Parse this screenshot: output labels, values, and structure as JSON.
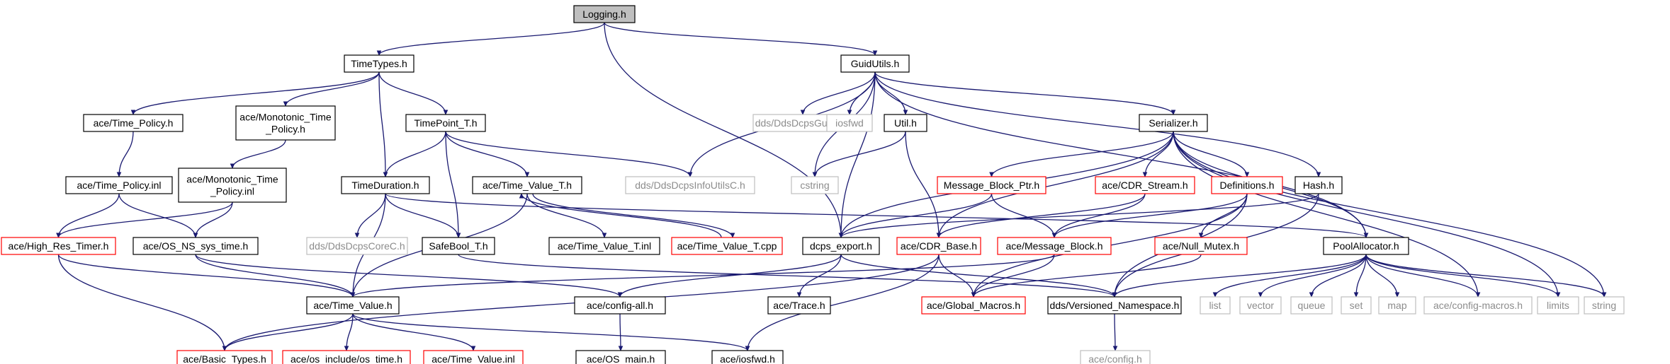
{
  "diagram": {
    "nodes": [
      {
        "id": "logging",
        "lines": [
          "Logging.h"
        ],
        "style": "root"
      },
      {
        "id": "timetypes",
        "lines": [
          "TimeTypes.h"
        ],
        "style": "normal"
      },
      {
        "id": "guidutils",
        "lines": [
          "GuidUtils.h"
        ],
        "style": "normal"
      },
      {
        "id": "time_policy",
        "lines": [
          "ace/Time_Policy.h"
        ],
        "style": "normal"
      },
      {
        "id": "monotonic_h",
        "lines": [
          "ace/Monotonic_Time",
          "_Policy.h"
        ],
        "style": "normal"
      },
      {
        "id": "timepoint",
        "lines": [
          "TimePoint_T.h"
        ],
        "style": "normal"
      },
      {
        "id": "guidc",
        "lines": [
          "dds/DdsDcpsGuidC.h"
        ],
        "style": "gray"
      },
      {
        "id": "iosfwd",
        "lines": [
          "iosfwd"
        ],
        "style": "gray"
      },
      {
        "id": "util",
        "lines": [
          "Util.h"
        ],
        "style": "normal"
      },
      {
        "id": "serializer",
        "lines": [
          "Serializer.h"
        ],
        "style": "normal"
      },
      {
        "id": "time_policy_inl",
        "lines": [
          "ace/Time_Policy.inl"
        ],
        "style": "normal"
      },
      {
        "id": "monotonic_inl",
        "lines": [
          "ace/Monotonic_Time",
          "_Policy.inl"
        ],
        "style": "normal"
      },
      {
        "id": "time_value_t_h",
        "lines": [
          "ace/Time_Value_T.h"
        ],
        "style": "normal"
      },
      {
        "id": "infoutilsc",
        "lines": [
          "dds/DdsDcpsInfoUtilsC.h"
        ],
        "style": "gray"
      },
      {
        "id": "cstring",
        "lines": [
          "cstring"
        ],
        "style": "gray"
      },
      {
        "id": "msg_block_ptr",
        "lines": [
          "Message_Block_Ptr.h"
        ],
        "style": "red"
      },
      {
        "id": "cdr_stream",
        "lines": [
          "ace/CDR_Stream.h"
        ],
        "style": "red"
      },
      {
        "id": "definitions",
        "lines": [
          "Definitions.h"
        ],
        "style": "red"
      },
      {
        "id": "hash",
        "lines": [
          "Hash.h"
        ],
        "style": "normal"
      },
      {
        "id": "timeduration",
        "lines": [
          "TimeDuration.h"
        ],
        "style": "normal"
      },
      {
        "id": "high_res_timer",
        "lines": [
          "ace/High_Res_Timer.h"
        ],
        "style": "red"
      },
      {
        "id": "os_ns_sys_time",
        "lines": [
          "ace/OS_NS_sys_time.h"
        ],
        "style": "normal"
      },
      {
        "id": "corec",
        "lines": [
          "dds/DdsDcpsCoreC.h"
        ],
        "style": "gray"
      },
      {
        "id": "safebool",
        "lines": [
          "SafeBool_T.h"
        ],
        "style": "normal"
      },
      {
        "id": "time_value_t_inl",
        "lines": [
          "ace/Time_Value_T.inl"
        ],
        "style": "normal"
      },
      {
        "id": "time_value_t_cpp",
        "lines": [
          "ace/Time_Value_T.cpp"
        ],
        "style": "red"
      },
      {
        "id": "dcps_export",
        "lines": [
          "dcps_export.h"
        ],
        "style": "normal"
      },
      {
        "id": "cdr_base",
        "lines": [
          "ace/CDR_Base.h"
        ],
        "style": "red"
      },
      {
        "id": "message_block",
        "lines": [
          "ace/Message_Block.h"
        ],
        "style": "red"
      },
      {
        "id": "null_mutex",
        "lines": [
          "ace/Null_Mutex.h"
        ],
        "style": "red"
      },
      {
        "id": "poolallocator",
        "lines": [
          "PoolAllocator.h"
        ],
        "style": "normal"
      },
      {
        "id": "time_value_h",
        "lines": [
          "ace/Time_Value.h"
        ],
        "style": "normal"
      },
      {
        "id": "config_all",
        "lines": [
          "ace/config-all.h"
        ],
        "style": "normal"
      },
      {
        "id": "trace",
        "lines": [
          "ace/Trace.h"
        ],
        "style": "normal"
      },
      {
        "id": "global_macros",
        "lines": [
          "ace/Global_Macros.h"
        ],
        "style": "red"
      },
      {
        "id": "versioned_ns",
        "lines": [
          "dds/Versioned_Namespace.h"
        ],
        "style": "normal"
      },
      {
        "id": "list",
        "lines": [
          "list"
        ],
        "style": "gray"
      },
      {
        "id": "vector",
        "lines": [
          "vector"
        ],
        "style": "gray"
      },
      {
        "id": "queue",
        "lines": [
          "queue"
        ],
        "style": "gray"
      },
      {
        "id": "set",
        "lines": [
          "set"
        ],
        "style": "gray"
      },
      {
        "id": "map",
        "lines": [
          "map"
        ],
        "style": "gray"
      },
      {
        "id": "config_macros",
        "lines": [
          "ace/config-macros.h"
        ],
        "style": "gray"
      },
      {
        "id": "limits",
        "lines": [
          "limits"
        ],
        "style": "gray"
      },
      {
        "id": "string",
        "lines": [
          "string"
        ],
        "style": "gray"
      },
      {
        "id": "basic_types",
        "lines": [
          "ace/Basic_Types.h"
        ],
        "style": "red"
      },
      {
        "id": "os_time",
        "lines": [
          "ace/os_include/os_time.h"
        ],
        "style": "red"
      },
      {
        "id": "time_value_inl",
        "lines": [
          "ace/Time_Value.inl"
        ],
        "style": "red"
      },
      {
        "id": "ace_iosfwd",
        "lines": [
          "ace/iosfwd.h"
        ],
        "style": "normal"
      },
      {
        "id": "os_main",
        "lines": [
          "ace/OS_main.h"
        ],
        "style": "normal"
      },
      {
        "id": "config",
        "lines": [
          "ace/config.h"
        ],
        "style": "gray"
      }
    ],
    "edges": [
      [
        "logging",
        "timetypes"
      ],
      [
        "logging",
        "guidutils"
      ],
      [
        "logging",
        "dcps_export"
      ],
      [
        "timetypes",
        "time_policy"
      ],
      [
        "timetypes",
        "monotonic_h"
      ],
      [
        "timetypes",
        "timepoint"
      ],
      [
        "timetypes",
        "timeduration"
      ],
      [
        "guidutils",
        "guidc"
      ],
      [
        "guidutils",
        "iosfwd"
      ],
      [
        "guidutils",
        "util"
      ],
      [
        "guidutils",
        "serializer"
      ],
      [
        "guidutils",
        "infoutilsc"
      ],
      [
        "guidutils",
        "cstring"
      ],
      [
        "guidutils",
        "hash"
      ],
      [
        "guidutils",
        "dcps_export"
      ],
      [
        "guidutils",
        "poolallocator"
      ],
      [
        "time_policy",
        "time_policy_inl"
      ],
      [
        "monotonic_h",
        "monotonic_inl"
      ],
      [
        "time_policy_inl",
        "high_res_timer"
      ],
      [
        "time_policy_inl",
        "os_ns_sys_time"
      ],
      [
        "monotonic_inl",
        "high_res_timer"
      ],
      [
        "monotonic_inl",
        "os_ns_sys_time"
      ],
      [
        "timepoint",
        "time_value_t_h"
      ],
      [
        "timepoint",
        "infoutilsc"
      ],
      [
        "timepoint",
        "timeduration"
      ],
      [
        "timepoint",
        "safebool"
      ],
      [
        "time_value_t_h",
        "time_value_t_inl"
      ],
      [
        "time_value_t_h",
        "time_value_t_cpp"
      ],
      [
        "time_value_t_cpp",
        "time_value_t_h"
      ],
      [
        "time_value_t_h",
        "time_value_h"
      ],
      [
        "util",
        "cstring"
      ],
      [
        "util",
        "cdr_base"
      ],
      [
        "serializer",
        "msg_block_ptr"
      ],
      [
        "serializer",
        "cdr_stream"
      ],
      [
        "serializer",
        "definitions"
      ],
      [
        "serializer",
        "dcps_export"
      ],
      [
        "serializer",
        "poolallocator"
      ],
      [
        "serializer",
        "cdr_base"
      ],
      [
        "serializer",
        "string"
      ],
      [
        "serializer",
        "limits"
      ],
      [
        "serializer",
        "config_macros"
      ],
      [
        "timeduration",
        "corec"
      ],
      [
        "timeduration",
        "safebool"
      ],
      [
        "timeduration",
        "time_value_h"
      ],
      [
        "timeduration",
        "poolallocator"
      ],
      [
        "high_res_timer",
        "basic_types"
      ],
      [
        "high_res_timer",
        "time_value_h"
      ],
      [
        "os_ns_sys_time",
        "time_value_h"
      ],
      [
        "os_ns_sys_time",
        "config_all"
      ],
      [
        "safebool",
        "versioned_ns"
      ],
      [
        "msg_block_ptr",
        "dcps_export"
      ],
      [
        "msg_block_ptr",
        "message_block"
      ],
      [
        "cdr_stream",
        "cdr_base"
      ],
      [
        "cdr_stream",
        "message_block"
      ],
      [
        "definitions",
        "message_block"
      ],
      [
        "definitions",
        "null_mutex"
      ],
      [
        "definitions",
        "global_macros"
      ],
      [
        "definitions",
        "versioned_ns"
      ],
      [
        "hash",
        "dcps_export"
      ],
      [
        "hash",
        "versioned_ns"
      ],
      [
        "dcps_export",
        "trace"
      ],
      [
        "dcps_export",
        "config_all"
      ],
      [
        "dcps_export",
        "versioned_ns"
      ],
      [
        "cdr_base",
        "global_macros"
      ],
      [
        "cdr_base",
        "basic_types"
      ],
      [
        "cdr_base",
        "ace_iosfwd"
      ],
      [
        "message_block",
        "global_macros"
      ],
      [
        "message_block",
        "time_value_h"
      ],
      [
        "null_mutex",
        "global_macros"
      ],
      [
        "poolallocator",
        "versioned_ns"
      ],
      [
        "poolallocator",
        "list"
      ],
      [
        "poolallocator",
        "vector"
      ],
      [
        "poolallocator",
        "queue"
      ],
      [
        "poolallocator",
        "set"
      ],
      [
        "poolallocator",
        "map"
      ],
      [
        "poolallocator",
        "config_macros"
      ],
      [
        "poolallocator",
        "limits"
      ],
      [
        "poolallocator",
        "string"
      ],
      [
        "time_value_h",
        "basic_types"
      ],
      [
        "time_value_h",
        "os_time"
      ],
      [
        "time_value_h",
        "time_value_inl"
      ],
      [
        "time_value_h",
        "ace_iosfwd"
      ],
      [
        "config_all",
        "os_main"
      ],
      [
        "versioned_ns",
        "config"
      ]
    ]
  }
}
